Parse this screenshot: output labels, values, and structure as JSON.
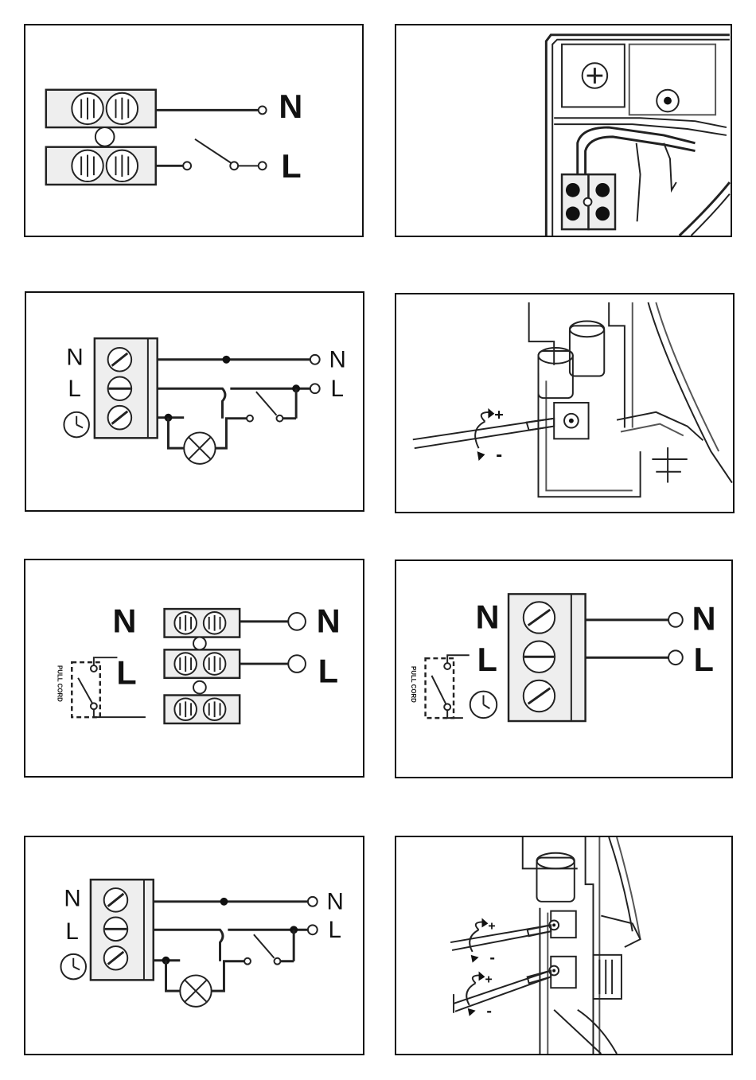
{
  "labels": {
    "neutral": "N",
    "live": "L",
    "pull_cord": "PULL CORD",
    "plus": "+",
    "minus": "-"
  },
  "colors": {
    "line": "#222222",
    "border": "#111111",
    "background": "#ffffff"
  },
  "icons": [
    "terminal-screw-icon",
    "clock-icon",
    "lamp-icon",
    "switch-icon",
    "screwdriver-icon",
    "rotate-arrow-icon"
  ]
}
